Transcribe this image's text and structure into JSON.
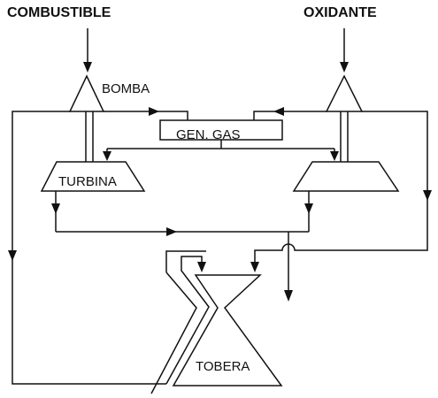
{
  "labels": {
    "fuel": "COMBUSTIBLE",
    "oxidizer": "OXIDANTE",
    "pump": "BOMBA",
    "gas_generator": "GEN. GAS",
    "turbine": "TURBINA",
    "nozzle": "TOBERA"
  }
}
